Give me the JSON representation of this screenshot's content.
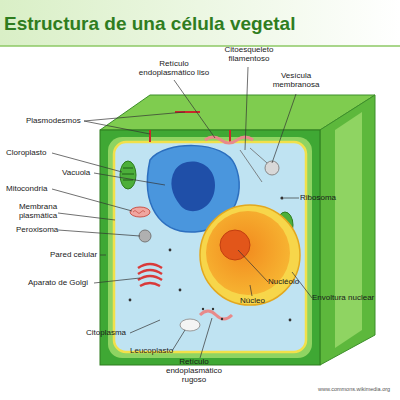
{
  "diagram": {
    "title": "Estructura de una célula vegetal",
    "labels": [
      "Citoesqueleto filamentoso",
      "Retículo endoplasmático liso",
      "Vesícula membranosa",
      "Plasmodesmos",
      "Cloroplasto",
      "Vacuola",
      "Ribosoma",
      "Mitocondria",
      "Membrana plasmática",
      "Peroxisoma",
      "Pared celular",
      "Aparato de Golgi",
      "Citoplasma",
      "Leucoplasto",
      "Retículo endoplasmático rugoso",
      "Nucléolo",
      "Núcleo",
      "Envoltura nuclear",
      "www.commons.wikimedia.org"
    ]
  }
}
